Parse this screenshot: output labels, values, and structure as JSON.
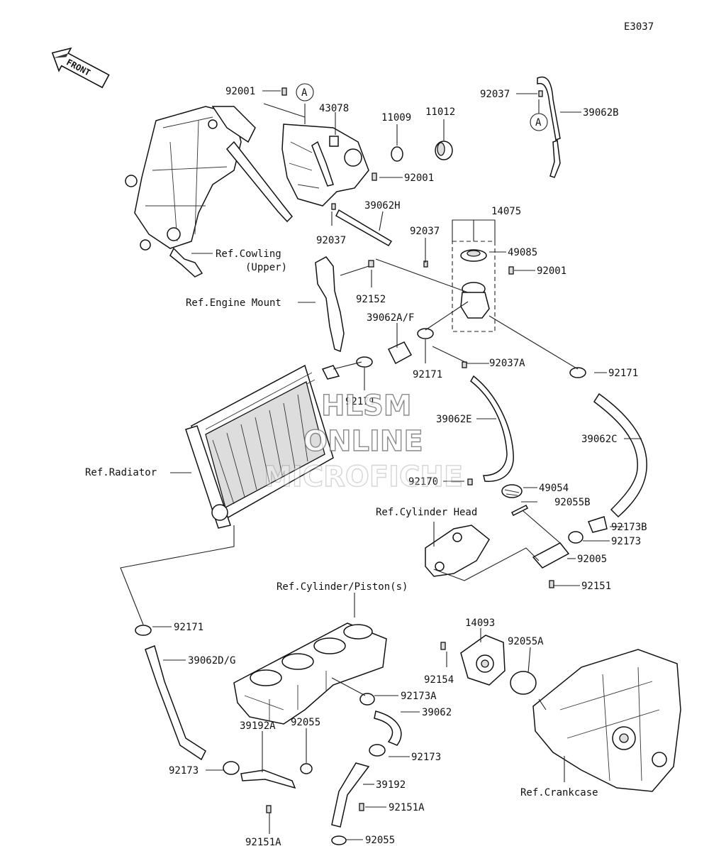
{
  "diagram_code": "E3037",
  "front_arrow_label": "FRONT",
  "watermark": [
    "HLSM",
    "ONLINE",
    "MICROFICHE"
  ],
  "ref_labels": {
    "cowling": "Ref.Cowling",
    "cowling_sub": "(Upper)",
    "engine_mount": "Ref.Engine Mount",
    "radiator": "Ref.Radiator",
    "cylinder_head": "Ref.Cylinder Head",
    "cylinder_piston": "Ref.Cylinder/Piston(s)",
    "crankcase": "Ref.Crankcase"
  },
  "callout_marks": [
    "A",
    "A"
  ],
  "part_numbers": [
    "92001",
    "43078",
    "11009",
    "11012",
    "92037",
    "39062B",
    "92001",
    "39062H",
    "92037",
    "92037",
    "14075",
    "49085",
    "92001",
    "92152",
    "39062A/F",
    "92171",
    "92037A",
    "92171",
    "92171",
    "39062E",
    "39062C",
    "92170",
    "49054",
    "92055B",
    "92173B",
    "92173",
    "92005",
    "92151",
    "14093",
    "92055A",
    "92154",
    "92171",
    "39062D/G",
    "92173A",
    "39062",
    "92055",
    "39192A",
    "92173",
    "92173",
    "39192",
    "92151A",
    "92151A",
    "92055"
  ]
}
